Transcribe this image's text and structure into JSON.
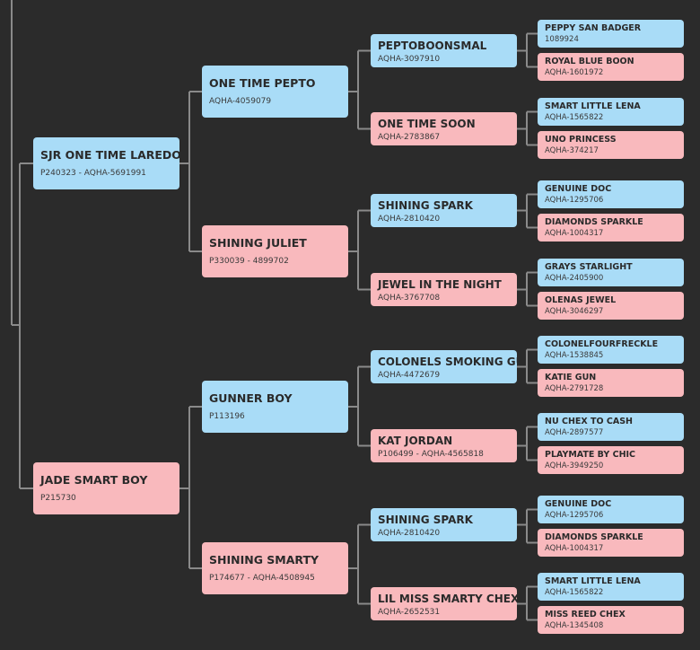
{
  "tree": {
    "sire": {
      "name": "SJR ONE TIME LAREDO",
      "reg": "P240323 - AQHA-5691991",
      "sex": "male"
    },
    "dam": {
      "name": "JADE SMART BOY",
      "reg": "P215730",
      "sex": "female"
    },
    "g2": [
      {
        "name": "ONE TIME PEPTO",
        "reg": "AQHA-4059079",
        "sex": "male"
      },
      {
        "name": "SHINING JULIET",
        "reg": "P330039 - 4899702",
        "sex": "female"
      },
      {
        "name": "GUNNER BOY",
        "reg": "P113196",
        "sex": "male"
      },
      {
        "name": "SHINING SMARTY",
        "reg": "P174677 - AQHA-4508945",
        "sex": "female"
      }
    ],
    "g3": [
      {
        "name": "PEPTOBOONSMAL",
        "reg": "AQHA-3097910",
        "sex": "male"
      },
      {
        "name": "ONE TIME SOON",
        "reg": "AQHA-2783867",
        "sex": "female"
      },
      {
        "name": "SHINING SPARK",
        "reg": "AQHA-2810420",
        "sex": "male"
      },
      {
        "name": "JEWEL IN THE NIGHT",
        "reg": "AQHA-3767708",
        "sex": "female"
      },
      {
        "name": "COLONELS SMOKING GU",
        "reg": "AQHA-4472679",
        "sex": "male"
      },
      {
        "name": "KAT JORDAN",
        "reg": "P106499 - AQHA-4565818",
        "sex": "female"
      },
      {
        "name": "SHINING SPARK",
        "reg": "AQHA-2810420",
        "sex": "male"
      },
      {
        "name": "LIL MISS SMARTY CHEX",
        "reg": "AQHA-2652531",
        "sex": "female"
      }
    ],
    "g4": [
      {
        "name": "PEPPY SAN BADGER",
        "reg": "1089924",
        "sex": "male"
      },
      {
        "name": "ROYAL BLUE BOON",
        "reg": "AQHA-1601972",
        "sex": "female"
      },
      {
        "name": "SMART LITTLE LENA",
        "reg": "AQHA-1565822",
        "sex": "male"
      },
      {
        "name": "UNO PRINCESS",
        "reg": "AQHA-374217",
        "sex": "female"
      },
      {
        "name": "GENUINE DOC",
        "reg": "AQHA-1295706",
        "sex": "male"
      },
      {
        "name": "DIAMONDS SPARKLE",
        "reg": "AQHA-1004317",
        "sex": "female"
      },
      {
        "name": "GRAYS STARLIGHT",
        "reg": "AQHA-2405900",
        "sex": "male"
      },
      {
        "name": "OLENAS JEWEL",
        "reg": "AQHA-3046297",
        "sex": "female"
      },
      {
        "name": "COLONELFOURFRECKLE",
        "reg": "AQHA-1538845",
        "sex": "male"
      },
      {
        "name": "KATIE GUN",
        "reg": "AQHA-2791728",
        "sex": "female"
      },
      {
        "name": "NU CHEX TO CASH",
        "reg": "AQHA-2897577",
        "sex": "male"
      },
      {
        "name": "PLAYMATE BY CHIC",
        "reg": "AQHA-3949250",
        "sex": "female"
      },
      {
        "name": "GENUINE DOC",
        "reg": "AQHA-1295706",
        "sex": "male"
      },
      {
        "name": "DIAMONDS SPARKLE",
        "reg": "AQHA-1004317",
        "sex": "female"
      },
      {
        "name": "SMART LITTLE LENA",
        "reg": "AQHA-1565822",
        "sex": "male"
      },
      {
        "name": "MISS REED CHEX",
        "reg": "AQHA-1345408",
        "sex": "female"
      }
    ]
  },
  "colors": {
    "male": "#a9dcf7",
    "female": "#f9b9bd",
    "line": "#8a8a8a",
    "background": "#2b2b2b"
  }
}
